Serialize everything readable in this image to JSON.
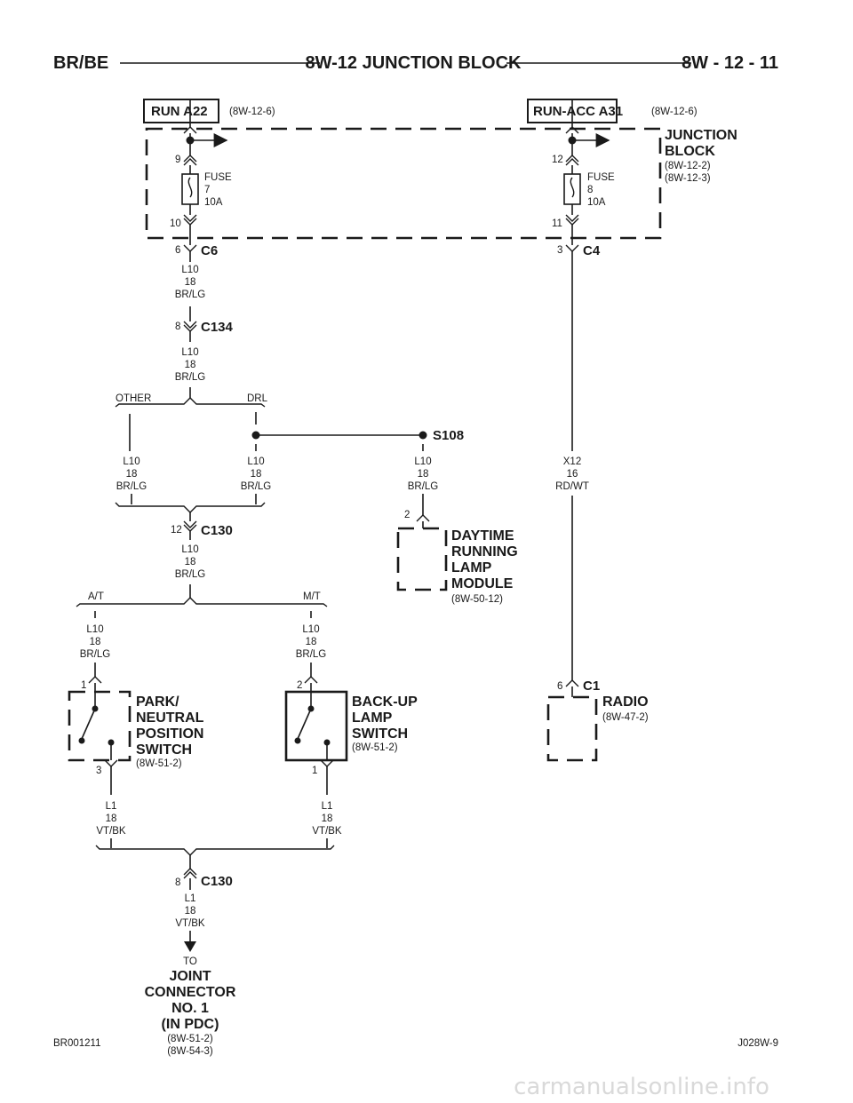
{
  "header": {
    "left": "BR/BE",
    "center": "8W-12 JUNCTION BLOCK",
    "right": "8W - 12 - 11"
  },
  "footer": {
    "left_code": "BR001211",
    "right_code": "J028W-9"
  },
  "watermark": "carmanualsonline.info",
  "sources": {
    "run_a22": {
      "label": "RUN A22",
      "ref": "(8W-12-6)"
    },
    "run_acc_a31": {
      "label": "RUN-ACC A31",
      "ref": "(8W-12-6)"
    }
  },
  "junction_block": {
    "line1": "JUNCTION",
    "line2": "BLOCK",
    "refs": [
      "(8W-12-2)",
      "(8W-12-3)"
    ]
  },
  "fuse7": {
    "title": "FUSE",
    "number": "7",
    "rating": "10A",
    "pin_in": "9",
    "pin_out": "10"
  },
  "fuse8": {
    "title": "FUSE",
    "number": "8",
    "rating": "10A",
    "pin_in": "12",
    "pin_out": "11"
  },
  "connectors": {
    "c6": {
      "name": "C6",
      "pin": "6"
    },
    "c4": {
      "name": "C4",
      "pin": "3"
    },
    "c134": {
      "name": "C134",
      "pin": "8"
    },
    "c130a": {
      "name": "C130",
      "pin": "12"
    },
    "c130b": {
      "name": "C130",
      "pin": "8"
    },
    "c1": {
      "name": "C1",
      "pin": "6"
    },
    "s108": {
      "name": "S108"
    }
  },
  "wires": {
    "w1": [
      "L10",
      "18",
      "BR/LG"
    ],
    "w2": [
      "L10",
      "18",
      "BR/LG"
    ],
    "w_other": [
      "L10",
      "18",
      "BR/LG"
    ],
    "w_drl": [
      "L10",
      "18",
      "BR/LG"
    ],
    "w_s108": [
      "L10",
      "18",
      "BR/LG"
    ],
    "w_x12": [
      "X12",
      "16",
      "RD/WT"
    ],
    "w_c130": [
      "L10",
      "18",
      "BR/LG"
    ],
    "w_at": [
      "L10",
      "18",
      "BR/LG"
    ],
    "w_mt": [
      "L10",
      "18",
      "BR/LG"
    ],
    "w_l1a": [
      "L1",
      "18",
      "VT/BK"
    ],
    "w_l1b": [
      "L1",
      "18",
      "VT/BK"
    ],
    "w_l1c": [
      "L1",
      "18",
      "VT/BK"
    ]
  },
  "branches": {
    "other": "OTHER",
    "drl": "DRL",
    "at": "A/T",
    "mt": "M/T"
  },
  "drl_module": {
    "lines": [
      "DAYTIME",
      "RUNNING",
      "LAMP",
      "MODULE"
    ],
    "ref": "(8W-50-12)",
    "pin": "2"
  },
  "pnp_switch": {
    "lines": [
      "PARK/",
      "NEUTRAL",
      "POSITION",
      "SWITCH"
    ],
    "ref": "(8W-51-2)",
    "pin_top": "1",
    "pin_bottom": "3"
  },
  "backup_switch": {
    "lines": [
      "BACK-UP",
      "LAMP",
      "SWITCH"
    ],
    "ref": "(8W-51-2)",
    "pin_top": "2",
    "pin_bottom": "1"
  },
  "radio": {
    "label": "RADIO",
    "ref": "(8W-47-2)"
  },
  "destination": {
    "to": "TO",
    "lines": [
      "JOINT",
      "CONNECTOR",
      "NO. 1",
      "(IN PDC)"
    ],
    "refs": [
      "(8W-51-2)",
      "(8W-54-3)"
    ]
  }
}
